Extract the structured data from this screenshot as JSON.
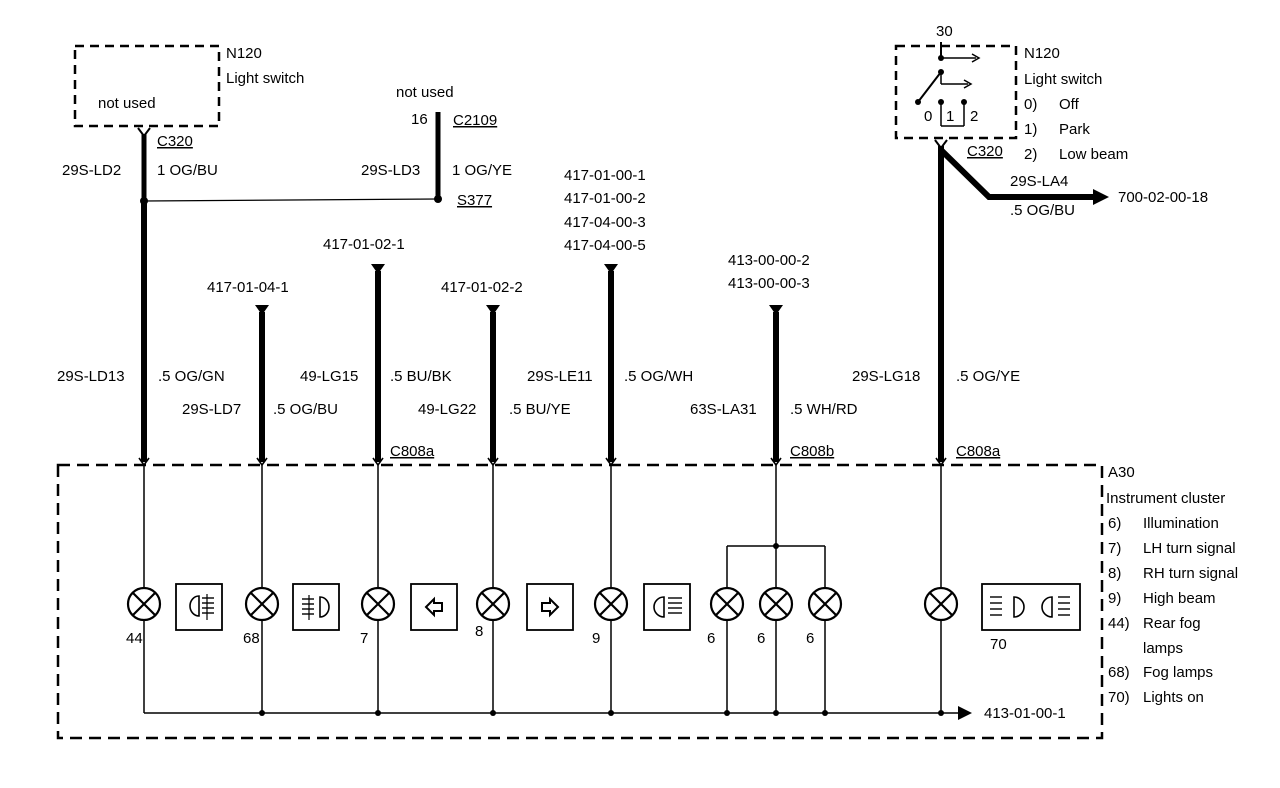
{
  "switch_left": {
    "id": "N120",
    "name": "Light switch",
    "note": "not used",
    "connector": "C320",
    "wire_id": "29S-LD2",
    "wire_spec": "1 OG/BU"
  },
  "mid_branch": {
    "note": "not used",
    "pin": "16",
    "connector": "C2109",
    "wire_id": "29S-LD3",
    "wire_spec": "1 OG/YE",
    "splice": "S377"
  },
  "switch_right": {
    "terminal": "30",
    "id": "N120",
    "name": "Light switch",
    "pos0": "0",
    "pos1": "1",
    "pos2": "2",
    "legend": [
      {
        "num": "0)",
        "text": "Off"
      },
      {
        "num": "1)",
        "text": "Park"
      },
      {
        "num": "2)",
        "text": "Low beam"
      }
    ],
    "connector": "C320",
    "branch_wire_id": "29S-LA4",
    "branch_wire_spec": ".5 OG/BU",
    "branch_ref": "700-02-00-18"
  },
  "feeds": [
    {
      "wire_id": "29S-LD13",
      "wire_spec": ".5 OG/GN"
    },
    {
      "ref": "417-01-04-1",
      "wire_id": "29S-LD7",
      "wire_spec": ".5 OG/BU"
    },
    {
      "ref": "417-01-02-1",
      "wire_id": "49-LG15",
      "wire_spec": ".5 BU/BK",
      "connector": "C808a"
    },
    {
      "ref": "417-01-02-2",
      "wire_id": "49-LG22",
      "wire_spec": ".5 BU/YE"
    },
    {
      "refs": [
        "417-01-00-1",
        "417-01-00-2",
        "417-04-00-3",
        "417-04-00-5"
      ],
      "wire_id": "29S-LE11",
      "wire_spec": ".5 OG/WH"
    },
    {
      "refs": [
        "413-00-00-2",
        "413-00-00-3"
      ],
      "wire_id": "63S-LA31",
      "wire_spec": ".5 WH/RD",
      "connector": "C808b"
    },
    {
      "wire_id": "29S-LG18",
      "wire_spec": ".5 OG/YE",
      "connector": "C808a"
    }
  ],
  "cluster": {
    "id": "A30",
    "name": "Instrument cluster",
    "legend": [
      {
        "num": "6)",
        "text": "Illumination"
      },
      {
        "num": "7)",
        "text": "LH turn signal"
      },
      {
        "num": "8)",
        "text": "RH turn signal"
      },
      {
        "num": "9)",
        "text": "High beam"
      },
      {
        "num": "44)",
        "text": "Rear fog"
      },
      {
        "num": "",
        "text": "lamps"
      },
      {
        "num": "68)",
        "text": "Fog lamps"
      },
      {
        "num": "70)",
        "text": "Lights on"
      }
    ],
    "lamp_numbers": [
      "44",
      "68",
      "7",
      "8",
      "9",
      "6",
      "6",
      "6",
      "70"
    ],
    "ground_ref": "413-01-00-1"
  }
}
